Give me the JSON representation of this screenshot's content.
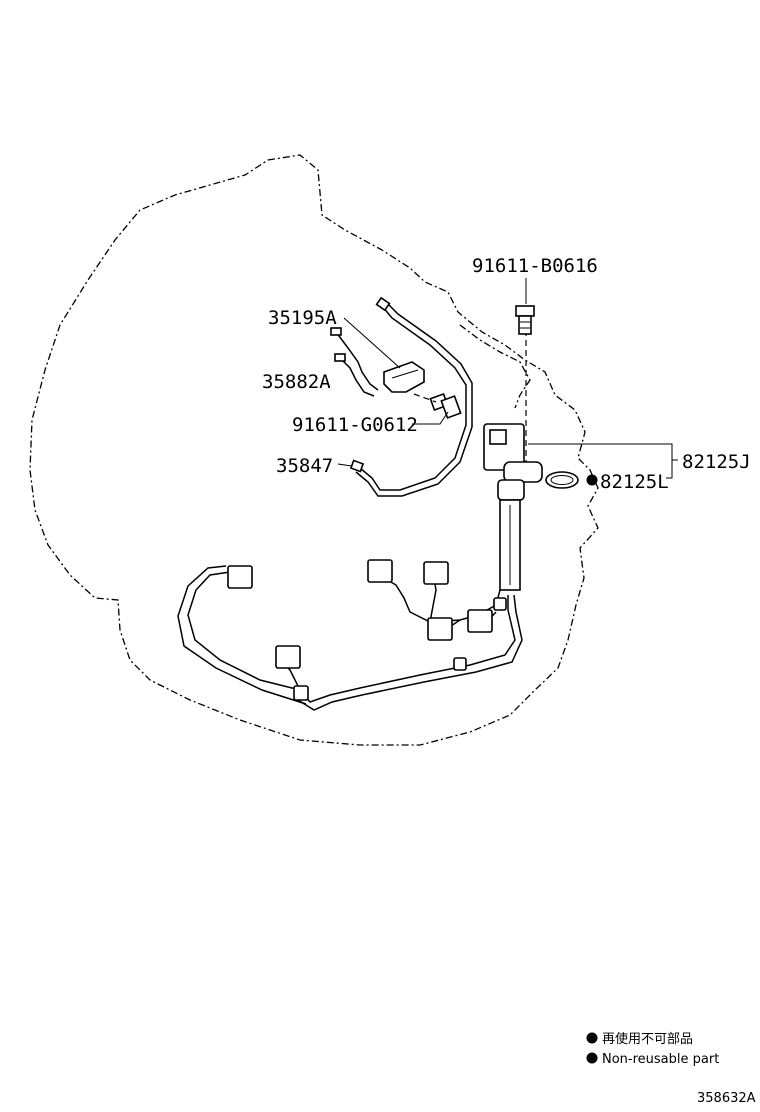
{
  "parts": {
    "bolt_top": "91611-B0616",
    "bracket": "35195A",
    "tube_short": "35882A",
    "bolt_mid": "91611-G0612",
    "tube_long": "35847",
    "sensor": "82125J",
    "oring": "82125L"
  },
  "legend": {
    "japanese": "再使用不可部品",
    "english": "Non-reusable part"
  },
  "diagram_code": "358632A"
}
